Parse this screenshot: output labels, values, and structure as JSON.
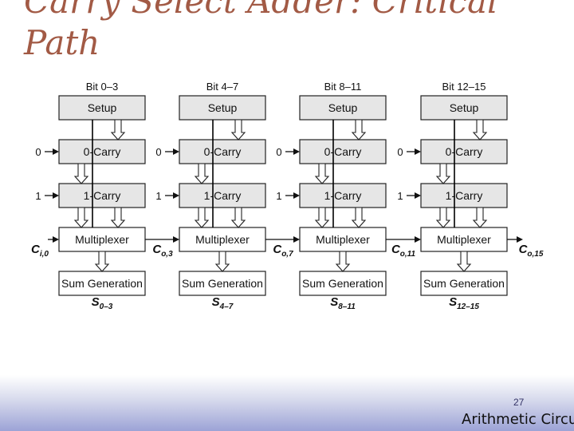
{
  "slide": {
    "title_line_1": "Carry Select Adder: Critical",
    "title_line_2": "Path",
    "page_number": "27",
    "footer_text": "Arithmetic Circui"
  },
  "colors": {
    "title": "#a25a45",
    "box_fill": "#e6e6e6",
    "box_stroke": "#222222",
    "critical_path": "#000000"
  },
  "diagram": {
    "groups": [
      {
        "bit_label": "Bit 0–3",
        "sum_main": "S",
        "sum_sub": "0–3"
      },
      {
        "bit_label": "Bit 4–7",
        "sum_main": "S",
        "sum_sub": "4–7"
      },
      {
        "bit_label": "Bit 8–11",
        "sum_main": "S",
        "sum_sub": "8–11"
      },
      {
        "bit_label": "Bit 12–15",
        "sum_main": "S",
        "sum_sub": "12–15"
      }
    ],
    "block_labels": {
      "setup": "Setup",
      "carry0": "0-Carry",
      "carry1": "1-Carry",
      "mux": "Multiplexer",
      "sumgen": "Sum Generation"
    },
    "carry_inputs": {
      "zero": "0",
      "one": "1"
    },
    "carry_signals": [
      {
        "main": "C",
        "sub": "i,0"
      },
      {
        "main": "C",
        "sub": "o,3"
      },
      {
        "main": "C",
        "sub": "o,7"
      },
      {
        "main": "C",
        "sub": "o,11"
      },
      {
        "main": "C",
        "sub": "o,15"
      }
    ]
  }
}
